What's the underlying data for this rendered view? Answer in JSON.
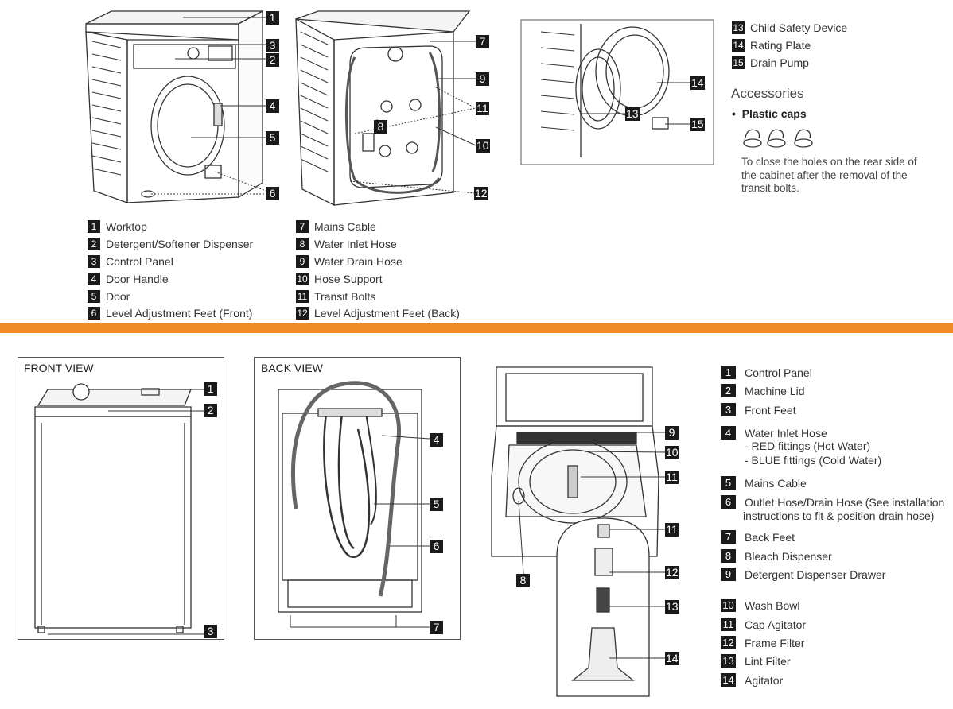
{
  "top_section": {
    "front_callouts": [
      "1",
      "2",
      "3",
      "4",
      "5",
      "6"
    ],
    "back_callouts": [
      "7",
      "8",
      "9",
      "11",
      "10",
      "12"
    ],
    "door_callouts": [
      "14",
      "13",
      "15"
    ],
    "legend_left": [
      {
        "num": "1",
        "label": "Worktop"
      },
      {
        "num": "2",
        "label": "Detergent/Softener Dispenser"
      },
      {
        "num": "3",
        "label": "Control Panel"
      },
      {
        "num": "4",
        "label": "Door Handle"
      },
      {
        "num": "5",
        "label": "Door"
      },
      {
        "num": "6",
        "label": "Level Adjustment Feet (Front)"
      }
    ],
    "legend_mid": [
      {
        "num": "7",
        "label": "Mains Cable"
      },
      {
        "num": "8",
        "label": "Water Inlet Hose"
      },
      {
        "num": "9",
        "label": "Water Drain Hose"
      },
      {
        "num": "10",
        "label": "Hose Support"
      },
      {
        "num": "11",
        "label": "Transit Bolts"
      },
      {
        "num": "12",
        "label": "Level Adjustment Feet (Back)"
      }
    ],
    "legend_right": [
      {
        "num": "13",
        "label": "Child Safety Device"
      },
      {
        "num": "14",
        "label": "Rating Plate"
      },
      {
        "num": "15",
        "label": "Drain Pump"
      }
    ],
    "accessories_title": "Accessories",
    "plastic_caps_label": "Plastic caps",
    "plastic_caps_description": "To close the holes on the rear side of the cabinet after the removal of the transit bolts."
  },
  "divider_color": "#f08a24",
  "bottom_section": {
    "front_view_title": "FRONT VIEW",
    "back_view_title": "BACK VIEW",
    "front_callouts": [
      "1",
      "2",
      "3"
    ],
    "back_callouts": [
      "4",
      "5",
      "6",
      "7"
    ],
    "top_callouts": [
      "9",
      "10",
      "11",
      "8",
      "11",
      "12",
      "13",
      "14"
    ],
    "legend": [
      {
        "num": "1",
        "label": "Control Panel"
      },
      {
        "num": "2",
        "label": "Machine Lid"
      },
      {
        "num": "3",
        "label": "Front Feet"
      },
      {
        "num": "4",
        "label": "Water Inlet Hose",
        "sub": [
          "- RED fittings (Hot Water)",
          "- BLUE fittings (Cold Water)"
        ]
      },
      {
        "num": "5",
        "label": "Mains Cable"
      },
      {
        "num": "6",
        "label": "Outlet Hose/Drain Hose (See installation",
        "sub": [
          "instructions to fit & position drain hose)"
        ]
      },
      {
        "num": "7",
        "label": "Back Feet"
      },
      {
        "num": "8",
        "label": "Bleach Dispenser"
      },
      {
        "num": "9",
        "label": "Detergent Dispenser Drawer"
      },
      {
        "num": "10",
        "label": "Wash Bowl"
      },
      {
        "num": "11",
        "label": "Cap Agitator"
      },
      {
        "num": "12",
        "label": "Frame Filter"
      },
      {
        "num": "13",
        "label": "Lint Filter"
      },
      {
        "num": "14",
        "label": "Agitator"
      }
    ]
  }
}
